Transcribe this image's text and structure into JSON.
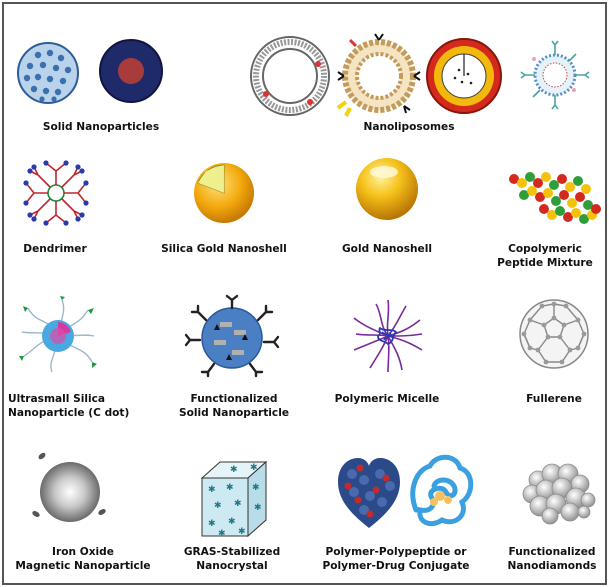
{
  "figure": {
    "items": [
      {
        "label": "Solid Nanoparticles",
        "icon": "solid-nanoparticle"
      },
      {
        "label": "Nanoliposomes",
        "icon": "nanoliposome"
      },
      {
        "label": "Dendrimer",
        "icon": "dendrimer"
      },
      {
        "label": "Silica Gold Nanoshell",
        "icon": "silica-gold-nanoshell"
      },
      {
        "label": "Gold Nanoshell",
        "icon": "gold-nanoshell"
      },
      {
        "label_lines": [
          "Copolymeric",
          "Peptide Mixture"
        ],
        "icon": "copolymeric-peptide"
      },
      {
        "label_lines": [
          "Ultrasmall Silica",
          "Nanoparticle (C dot)"
        ],
        "icon": "c-dot"
      },
      {
        "label_lines": [
          "Functionalized",
          "Solid Nanoparticle"
        ],
        "icon": "functionalized-solid-np"
      },
      {
        "label": "Polymeric Micelle",
        "icon": "polymeric-micelle"
      },
      {
        "label": "Fullerene",
        "icon": "fullerene"
      },
      {
        "label_lines": [
          "Iron Oxide",
          "Magnetic Nanoparticle"
        ],
        "icon": "iron-oxide-np"
      },
      {
        "label_lines": [
          "GRAS-Stabilized",
          "Nanocrystal"
        ],
        "icon": "nanocrystal"
      },
      {
        "label_lines": [
          "Polymer-Polypeptide or",
          "Polymer-Drug Conjugate"
        ],
        "icon": "polymer-conjugate"
      },
      {
        "label_lines": [
          "Functionalized",
          "Nanodiamonds"
        ],
        "icon": "nanodiamond"
      }
    ],
    "colors": {
      "frame": "#555555",
      "navy": "#1f2a6b",
      "gold": "#f2b90c",
      "red": "#c8102e",
      "blue": "#2f5fb3"
    }
  }
}
